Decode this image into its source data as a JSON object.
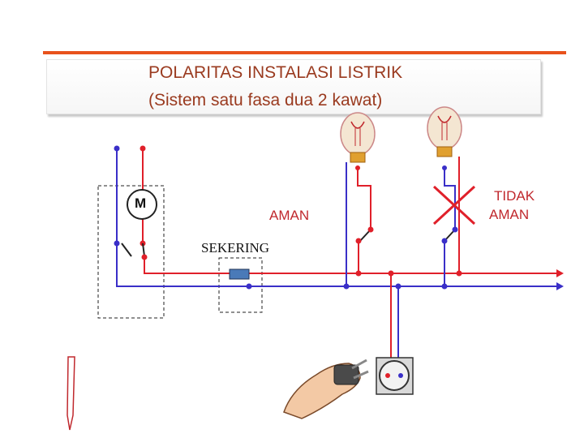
{
  "slide": {
    "title": "POLARITAS  INSTALASI LISTRIK",
    "subtitle": "(Sistem satu fasa dua 2 kawat)"
  },
  "labels": {
    "motor": "M",
    "aman": "AMAN",
    "sekering": "SEKERING",
    "tidak_aman_line1": "TIDAK",
    "tidak_aman_line2": "AMAN"
  },
  "colors": {
    "phase_wire": "#e0202a",
    "neutral_wire": "#3a2fc8",
    "accent_line": "#e8521c",
    "title_text": "#9a3a1f",
    "label_text": "#c0282d"
  },
  "icons": [
    "light-bulb-icon",
    "motor-icon",
    "fuse-icon",
    "cross-mark-icon",
    "hand-with-plug-icon",
    "wall-socket-icon",
    "screwdriver-icon"
  ]
}
